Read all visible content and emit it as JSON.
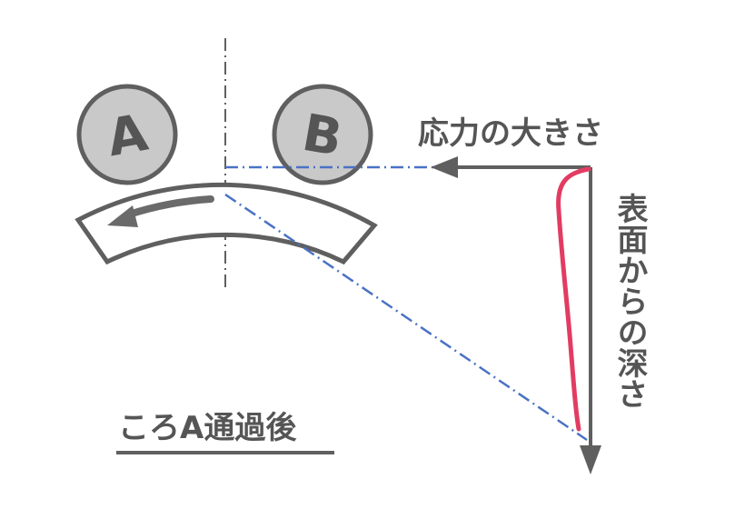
{
  "diagram": {
    "roller_a_label": "A",
    "roller_b_label": "B",
    "stress_axis_label": "応力の大きさ",
    "depth_axis_label": "表面からの深さ",
    "caption": "ころA通過後"
  },
  "colors": {
    "line": "#5f5f5f",
    "roller_fill": "#c9c9c9",
    "dashed_guide": "#4a72c4",
    "stress_curve": "#e23c63",
    "text": "#555555"
  }
}
